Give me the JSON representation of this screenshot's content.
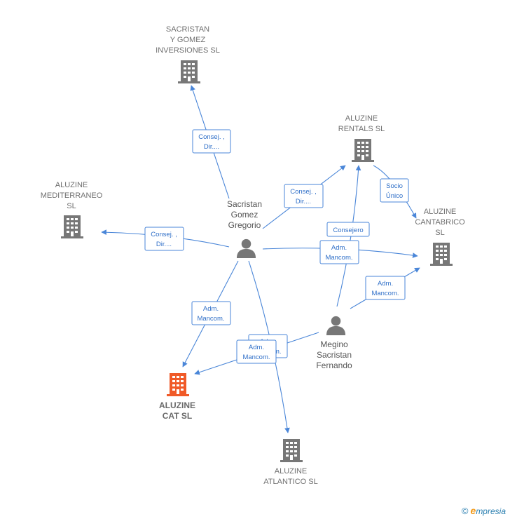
{
  "colors": {
    "edge": "#4a86d8",
    "building": "#777777",
    "focus_building": "#f05a28",
    "person": "#777777"
  },
  "nodes": {
    "sacristan_y_gomez": {
      "lines": [
        "SACRISTAN",
        "Y GOMEZ",
        "INVERSIONES SL"
      ],
      "icon": "building-icon"
    },
    "aluzine_rentals": {
      "lines": [
        "ALUZINE",
        "RENTALS SL"
      ],
      "icon": "building-icon"
    },
    "aluzine_mediterraneo": {
      "lines": [
        "ALUZINE",
        "MEDITERRANEO",
        "SL"
      ],
      "icon": "building-icon"
    },
    "aluzine_cantabrico": {
      "lines": [
        "ALUZINE",
        "CANTABRICO",
        "SL"
      ],
      "icon": "building-icon"
    },
    "aluzine_cat": {
      "lines": [
        "ALUZINE",
        "CAT  SL"
      ],
      "icon": "building-icon"
    },
    "aluzine_atlantico": {
      "lines": [
        "ALUZINE",
        "ATLANTICO  SL"
      ],
      "icon": "building-icon"
    },
    "sacristan_gomez_gregorio": {
      "lines": [
        "Sacristan",
        "Gomez",
        "Gregorio"
      ],
      "icon": "person-icon"
    },
    "megino_sacristan_fernando": {
      "lines": [
        "Megino",
        "Sacristan",
        "Fernando"
      ],
      "icon": "person-icon"
    }
  },
  "edges": [
    {
      "from": "sacristan_gomez_gregorio",
      "to": "sacristan_y_gomez",
      "lines": [
        "Consej. ,",
        "Dir...."
      ]
    },
    {
      "from": "sacristan_gomez_gregorio",
      "to": "aluzine_rentals",
      "lines": [
        "Consej. ,",
        "Dir...."
      ]
    },
    {
      "from": "sacristan_gomez_gregorio",
      "to": "aluzine_mediterraneo",
      "lines": [
        "Consej. ,",
        "Dir...."
      ]
    },
    {
      "from": "sacristan_gomez_gregorio",
      "to": "aluzine_cantabrico",
      "lines": [
        "Adm.",
        "Mancom."
      ]
    },
    {
      "from": "sacristan_gomez_gregorio",
      "to": "aluzine_cat",
      "lines": [
        "Adm.",
        "Mancom."
      ]
    },
    {
      "from": "sacristan_gomez_gregorio",
      "to": "aluzine_atlantico",
      "lines": [
        "Adm.",
        "Mancom."
      ]
    },
    {
      "from": "aluzine_rentals",
      "to": "aluzine_cantabrico",
      "lines": [
        "Socio",
        "Único"
      ]
    },
    {
      "from": "megino_sacristan_fernando",
      "to": "aluzine_rentals",
      "lines": [
        "Consejero"
      ]
    },
    {
      "from": "megino_sacristan_fernando",
      "to": "aluzine_cantabrico",
      "lines": [
        "Adm.",
        "Mancom."
      ]
    },
    {
      "from": "megino_sacristan_fernando",
      "to": "aluzine_cat",
      "lines": [
        "Adm.",
        "Mancom."
      ]
    }
  ],
  "footer": {
    "copyright": "©",
    "brand_first": "e",
    "brand_rest": "mpresia"
  }
}
